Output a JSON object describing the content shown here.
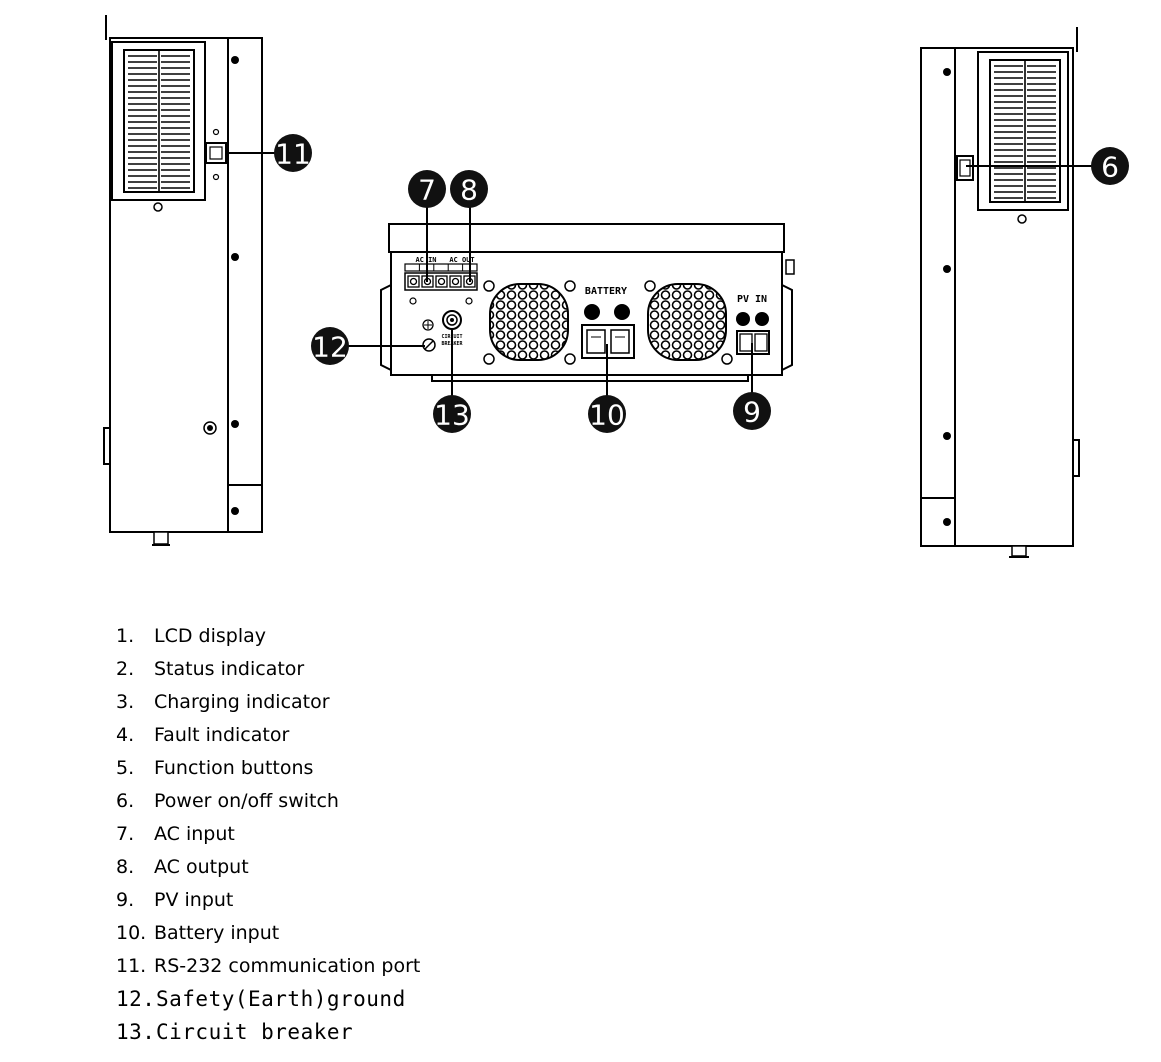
{
  "callouts": [
    {
      "id": "11",
      "label": "11"
    },
    {
      "id": "7",
      "label": "7"
    },
    {
      "id": "8",
      "label": "8"
    },
    {
      "id": "6",
      "label": "6"
    },
    {
      "id": "12",
      "label": "12"
    },
    {
      "id": "13",
      "label": "13"
    },
    {
      "id": "10",
      "label": "10"
    },
    {
      "id": "9",
      "label": "9"
    }
  ],
  "panel_labels": {
    "ac_in": "AC IN",
    "ac_out": "AC OUT",
    "battery": "BATTERY",
    "pv_in": "PV IN",
    "breaker_line1": "CIRCUIT",
    "breaker_line2": "BREAKER"
  },
  "legend": [
    {
      "num": "1.",
      "text": "LCD display"
    },
    {
      "num": "2.",
      "text": "Status indicator"
    },
    {
      "num": "3.",
      "text": "Charging indicator"
    },
    {
      "num": "4.",
      "text": "Fault indicator"
    },
    {
      "num": "5.",
      "text": "Function buttons"
    },
    {
      "num": "6.",
      "text": "Power on/off switch"
    },
    {
      "num": "7.",
      "text": "AC input"
    },
    {
      "num": "8.",
      "text": "AC output"
    },
    {
      "num": "9.",
      "text": "PV input"
    },
    {
      "num": "10.",
      "text": "Battery input"
    },
    {
      "num": "11.",
      "text": "RS-232 communication port"
    },
    {
      "num": "12.",
      "text": "Safety(Earth)ground"
    },
    {
      "num": "13.",
      "text": "Circuit breaker"
    }
  ]
}
